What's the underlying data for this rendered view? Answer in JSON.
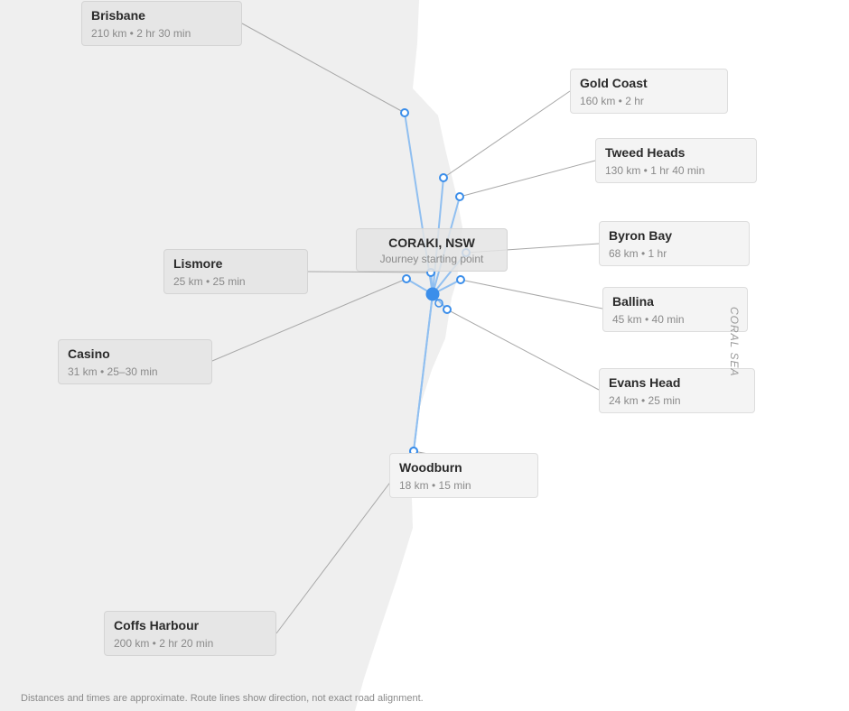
{
  "origin": {
    "name": "CORAKI, NSW",
    "subtitle": "Journey starting point"
  },
  "destinations": [
    {
      "name": "Brisbane",
      "detail": "210 km • 2 hr 30 min"
    },
    {
      "name": "Gold Coast",
      "detail": "160 km • 2 hr"
    },
    {
      "name": "Tweed Heads",
      "detail": "130 km • 1 hr 40 min"
    },
    {
      "name": "Byron Bay",
      "detail": "68 km • 1 hr"
    },
    {
      "name": "Lismore",
      "detail": "25 km • 25 min"
    },
    {
      "name": "Ballina",
      "detail": "45 km • 40 min"
    },
    {
      "name": "Casino",
      "detail": "31 km • 25–30 min"
    },
    {
      "name": "Evans Head",
      "detail": "24 km • 25 min"
    },
    {
      "name": "Woodburn",
      "detail": "18 km • 15 min"
    },
    {
      "name": "Coffs Harbour",
      "detail": "200 km • 2 hr 20 min"
    }
  ],
  "sea_label": "CORAL SEA",
  "footnote": "Distances and times are approximate. Route lines show direction, not exact road alignment.",
  "colors": {
    "land": "#efefef",
    "route": "#90bff0",
    "node": "#3b8eea",
    "leader": "#a8a8a8"
  }
}
